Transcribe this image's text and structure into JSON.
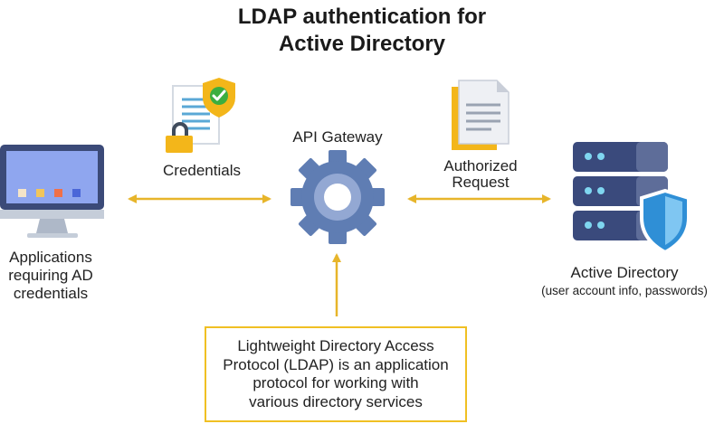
{
  "title": {
    "line1": "LDAP authentication for",
    "line2": "Active Directory"
  },
  "nodes": {
    "apps": {
      "label_lines": [
        "Applications",
        "requiring AD",
        "credentials"
      ],
      "icon": "desktop-monitor-icon"
    },
    "gateway": {
      "label": "API Gateway",
      "icon": "gear-icon"
    },
    "directory": {
      "label": "Active Directory",
      "sublabel": "(user account info, passwords)",
      "icon": "server-shield-icon"
    }
  },
  "edges": {
    "credentials": {
      "label": "Credentials",
      "icon": "certificate-lock-icon"
    },
    "authorized": {
      "label_lines": [
        "Authorized",
        "Request"
      ],
      "icon": "documents-icon"
    }
  },
  "note": {
    "lines": [
      "Lightweight Directory Access",
      "Protocol (LDAP) is an application",
      "protocol for working with",
      "various directory services"
    ]
  },
  "colors": {
    "arrow": "#e7b52a",
    "gear": "#5f7db3",
    "server": "#3a4a7c",
    "shield": "#2f8fd6",
    "monitor_screen": "#8fa6ef",
    "check": "#3cae3f",
    "box_border": "#f0c023"
  }
}
